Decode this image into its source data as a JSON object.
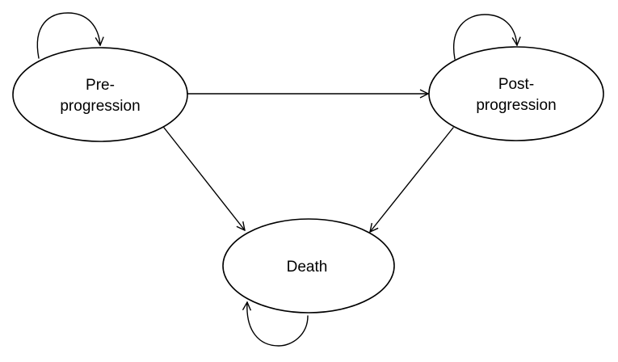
{
  "diagram": {
    "type": "state-transition",
    "states": {
      "pre_progression": {
        "line1": "Pre-",
        "line2": "progression"
      },
      "post_progression": {
        "line1": "Post-",
        "line2": "progression"
      },
      "death": {
        "line1": "Death"
      }
    },
    "transitions": [
      {
        "from": "Pre-progression",
        "to": "Pre-progression"
      },
      {
        "from": "Pre-progression",
        "to": "Post-progression"
      },
      {
        "from": "Pre-progression",
        "to": "Death"
      },
      {
        "from": "Post-progression",
        "to": "Post-progression"
      },
      {
        "from": "Post-progression",
        "to": "Death"
      },
      {
        "from": "Death",
        "to": "Death"
      }
    ]
  }
}
